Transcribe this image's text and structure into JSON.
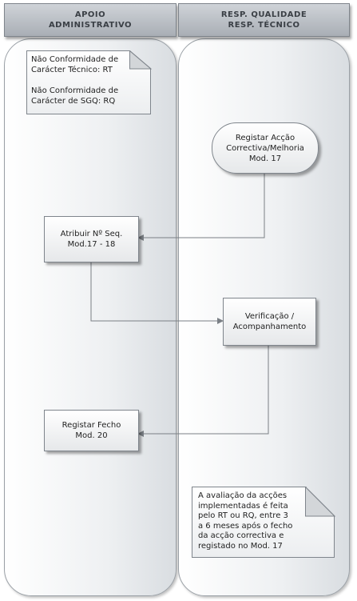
{
  "lanes": {
    "left": {
      "line1": "APOIO",
      "line2": "ADMINISTRATIVO"
    },
    "right": {
      "line1": "RESP. QUALIDADE",
      "line2": "RESP. TÉCNICO"
    }
  },
  "note_top": {
    "line1": "Não Conformidade de",
    "line2": "Carácter Técnico: RT",
    "line3": "Não Conformidade de",
    "line4": "Carácter de SGQ: RQ"
  },
  "nodes": {
    "registar_accao": {
      "line1": "Registar Acção",
      "line2": "Correctiva/Melhoria",
      "line3": "Mod. 17"
    },
    "atribuir": {
      "line1": "Atribuir Nº Seq.",
      "line2": "Mod.17 - 18"
    },
    "verificacao": {
      "line1": "Verificação /",
      "line2": "Acompanhamento"
    },
    "registar_fecho": {
      "line1": "Registar Fecho",
      "line2": "Mod. 20"
    }
  },
  "note_bottom": {
    "line1": "A avaliação da acções",
    "line2": "implementadas é feita",
    "line3": "pelo RT ou RQ, entre 3",
    "line4": "a 6 meses após o fecho",
    "line5": "da acção correctiva e",
    "line6": "registado no Mod. 17"
  },
  "colors": {
    "header_fill": "#b9bec4",
    "connector": "#7a7f85",
    "node_border": "#7f858c"
  }
}
